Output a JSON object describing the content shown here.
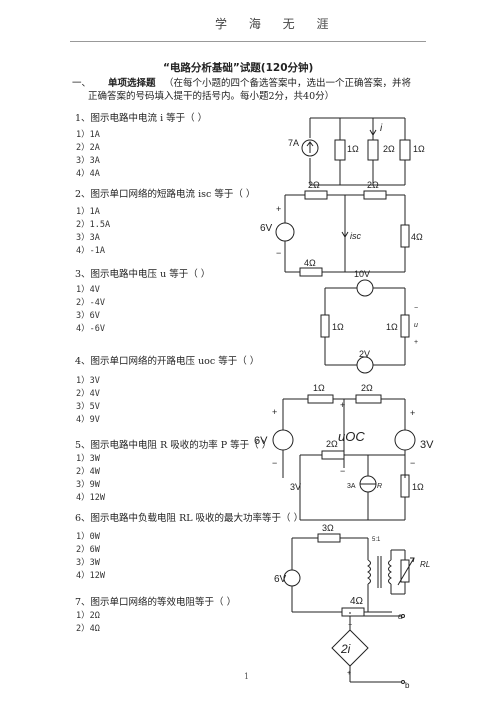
{
  "header": {
    "text": "学 海 无 涯"
  },
  "title": "“电路分析基础”试题(120分钟)",
  "section": {
    "number": "一、",
    "name": "单项选择题",
    "note_line1": "（在每个小题的四个备选答案中，选出一个正确答案，并将",
    "note_line2": "正确答案的号码填入提干的括号内。每小题2分，共40分）"
  },
  "questions": [
    {
      "text": "1、图示电路中电流 i 等于（      ）",
      "options": [
        "1）1A",
        "2）2A",
        "3）3A",
        "4）4A"
      ]
    },
    {
      "text": "2、图示单口网络的短路电流 isc 等于（      ）",
      "options": [
        "1）1A",
        "2）1.5A",
        "3）3A",
        "4）-1A"
      ]
    },
    {
      "text": "3、图示电路中电压   u  等于（      ）",
      "options": [
        "1）4V",
        "2）-4V",
        "3）6V",
        "4）-6V"
      ]
    },
    {
      "text": "4、图示单口网络的开路电压 uoc 等于（      ）",
      "options": [
        "1）3V",
        "2）4V",
        "3）5V",
        "4）9V"
      ]
    },
    {
      "text": "5、图示电路中电阻 R 吸收的功率 P 等于（      ）",
      "options": [
        "1）3W",
        "2）4W",
        "3）9W",
        "4）12W"
      ]
    },
    {
      "text": "6、图示电路中负载电阻   RL 吸收的最大功率等于（      ）",
      "options": [
        "1）0W",
        "2）6W",
        "3）3W",
        "4）12W"
      ]
    },
    {
      "text": "7、图示单口网络的等效电阻等于（      ）",
      "options": [
        "1）2Ω",
        "2）4Ω"
      ]
    }
  ],
  "page_number": "1",
  "circuits": {
    "c1": {
      "source": "7A",
      "r1": "1Ω",
      "r2": "2Ω",
      "r3": "1Ω",
      "current": "i"
    },
    "c2": {
      "source": "6V",
      "plus": "+",
      "minus": "−",
      "r_top1": "2Ω",
      "r_top2": "2Ω",
      "r_right": "4Ω",
      "r_bottom": "4Ω",
      "current": "isc"
    },
    "c3": {
      "src_top": "10V",
      "src_bottom": "2V",
      "r_left": "1Ω",
      "r_mid": "1Ω",
      "u_label": "u",
      "plus": "+",
      "minus": "−"
    },
    "c4": {
      "src_left": "6V",
      "src_right": "3V",
      "r_top1": "1Ω",
      "r_top2": "2Ω",
      "r_mid": "2Ω",
      "uoc": "uOC",
      "plus": "+",
      "minus": "−"
    },
    "c5": {
      "src_v": "3V",
      "src_i": "3A",
      "r": "R",
      "r_right": "1Ω"
    },
    "c6": {
      "source": "6V",
      "r_top": "3Ω",
      "r_mid": "4Ω",
      "ratio": "5:1",
      "load": "RL",
      "term_a": "a",
      "term_b": "b"
    },
    "c7": {
      "dep_source": "2i",
      "plus": "+",
      "minus": "−"
    }
  }
}
